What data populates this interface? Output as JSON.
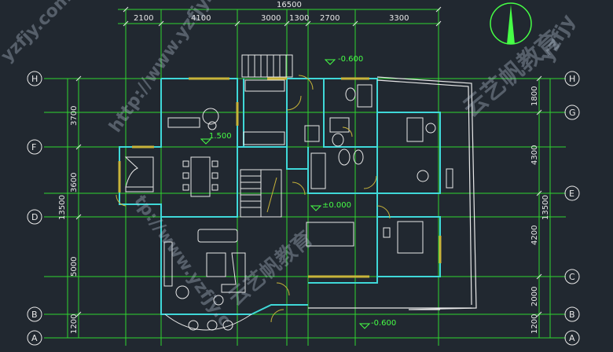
{
  "overall_dim": "16500",
  "top_dims": [
    "2100",
    "4100",
    "3000",
    "1300",
    "2700",
    "3300"
  ],
  "right_dims": [
    "1800",
    "4300",
    "4200",
    "2000",
    "1200"
  ],
  "right_total": "13500",
  "left_dims": [
    "3700",
    "3600",
    "5000",
    "1200"
  ],
  "left_total": "13500",
  "axes_left": [
    "H",
    "F",
    "D",
    "B",
    "A"
  ],
  "axes_right": [
    "H",
    "G",
    "E",
    "C",
    "B",
    "A"
  ],
  "levels": [
    "-0.600",
    "1.500",
    "±0.000",
    "-0.600"
  ],
  "watermarks": [
    "http://www.yzfjy.com",
    "云艺帆教育",
    "yzfjy.com",
    "tp://www.yzfjy.c",
    "yzfjy"
  ],
  "colors": {
    "background": "#212830",
    "wall": "#3fd8d8",
    "grid": "#2fd62f",
    "furniture": "#e8e8e8",
    "window": "#c8b43a"
  }
}
